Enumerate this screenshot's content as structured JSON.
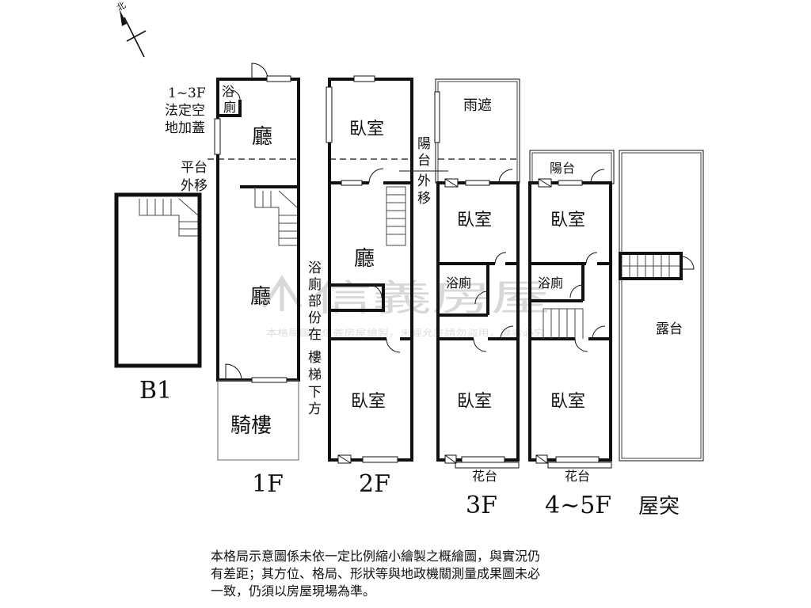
{
  "compass": {
    "north": "北"
  },
  "floors": {
    "b1": {
      "title": "B1"
    },
    "f1": {
      "title": "1F",
      "bath_a": "浴",
      "bath_b": "廁",
      "hall_top": "廳",
      "hall_main": "廳",
      "arcade": "騎樓"
    },
    "f2": {
      "title": "2F",
      "bedroom_top": "臥室",
      "hall": "廳",
      "bedroom_bottom": "臥室"
    },
    "f3": {
      "title": "3F",
      "canopy": "雨遮",
      "bedroom_top": "臥室",
      "bath": "浴廁",
      "bedroom_bottom": "臥室",
      "planter": "花台"
    },
    "f45": {
      "title": "4~5F",
      "balcony": "陽台",
      "bedroom_top": "臥室",
      "bath": "浴廁",
      "bedroom_bottom": "臥室",
      "planter": "花台"
    },
    "roof": {
      "title": "屋突",
      "terrace": "露台"
    }
  },
  "notes": {
    "legal_l1": "1~3F",
    "legal_l2": "法定空",
    "legal_l3": "地加蓋",
    "platform_l1": "平台",
    "platform_l2": "外移",
    "balcony_moved": [
      "陽",
      "台",
      "外",
      "移"
    ],
    "bath_under_stairs": [
      "浴",
      "廁",
      "部",
      "份",
      "在",
      "樓",
      "梯",
      "下",
      "方"
    ]
  },
  "watermark": {
    "brand": "信義房屋",
    "notice": "本格局圖由信義房屋繪製，未經允許請勿盜用，違者必究"
  },
  "disclaimer": [
    "本格局示意圖係未依一定比例縮小繪製之概繪圖，與實況仍",
    "有差距；其方位、格局、形狀等與地政機關測量成果圖未必",
    "一致，仍須以房屋現場為準。"
  ]
}
